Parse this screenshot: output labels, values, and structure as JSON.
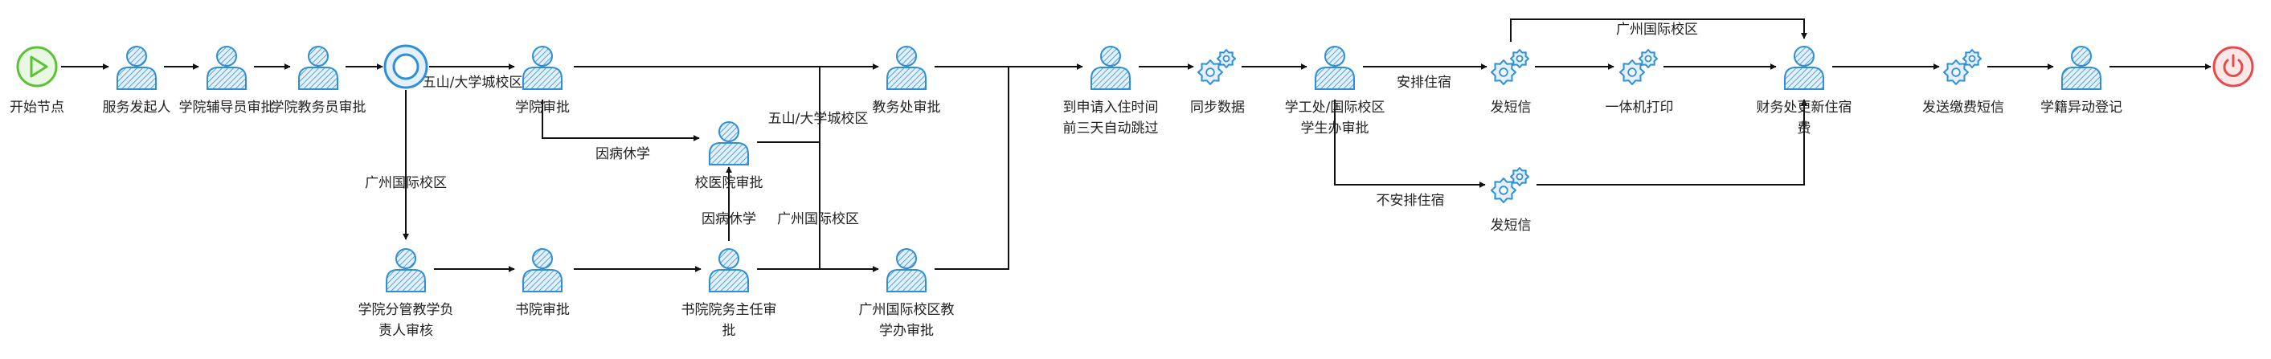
{
  "colors": {
    "start": "#5bc236",
    "start_fill": "#e9f8e2",
    "end": "#e84a4a",
    "end_fill": "#fde8e8",
    "node": "#2f8fd8",
    "node_fill": "#e4f1fc",
    "edge": "#111111"
  },
  "nodes": {
    "start": {
      "kind": "start",
      "label": [
        "开始节点"
      ]
    },
    "initiator": {
      "kind": "user",
      "label": [
        "服务发起人"
      ]
    },
    "counselor": {
      "kind": "user",
      "label": [
        "学院辅导员审批"
      ]
    },
    "academic_staff": {
      "kind": "user",
      "label": [
        "学院教务员审批"
      ]
    },
    "branch": {
      "kind": "gateway",
      "label": []
    },
    "college_approval": {
      "kind": "user",
      "label": [
        "学院审批"
      ]
    },
    "hospital": {
      "kind": "user",
      "label": [
        "校医院审批"
      ]
    },
    "academic_office": {
      "kind": "user",
      "label": [
        "教务处审批"
      ]
    },
    "auto_skip": {
      "kind": "user",
      "label": [
        "到申请入住时间",
        "前三天自动跳过"
      ]
    },
    "sync": {
      "kind": "service",
      "label": [
        "同步数据"
      ]
    },
    "student_affairs": {
      "kind": "user",
      "label": [
        "学工处/国际校区",
        "学生办审批"
      ]
    },
    "sms1": {
      "kind": "service",
      "label": [
        "发短信"
      ]
    },
    "print": {
      "kind": "service",
      "label": [
        "一体机打印"
      ]
    },
    "finance": {
      "kind": "user",
      "label": [
        "财务处更新住宿",
        "费"
      ]
    },
    "fee_sms": {
      "kind": "service",
      "label": [
        "发送缴费短信"
      ]
    },
    "registry": {
      "kind": "user",
      "label": [
        "学籍异动登记"
      ]
    },
    "end": {
      "kind": "end",
      "label": []
    },
    "gz_head": {
      "kind": "user",
      "label": [
        "学院分管教学负",
        "责人审核"
      ]
    },
    "academy": {
      "kind": "user",
      "label": [
        "书院审批"
      ]
    },
    "academy_director": {
      "kind": "user",
      "label": [
        "书院院务主任审",
        "批"
      ]
    },
    "gz_teaching": {
      "kind": "user",
      "label": [
        "广州国际校区教",
        "学办审批"
      ]
    },
    "sms2": {
      "kind": "service",
      "label": [
        "发短信"
      ]
    }
  },
  "edge_labels": {
    "wushan_1": "五山/大学城校区",
    "guangzhou_1": "广州国际校区",
    "sick_1": "因病休学",
    "wushan_2": "五山/大学城校区",
    "sick_2": "因病休学",
    "guangzhou_2": "广州国际校区",
    "arrange": "安排住宿",
    "no_arrange": "不安排住宿",
    "guangzhou_3": "广州国际校区"
  }
}
